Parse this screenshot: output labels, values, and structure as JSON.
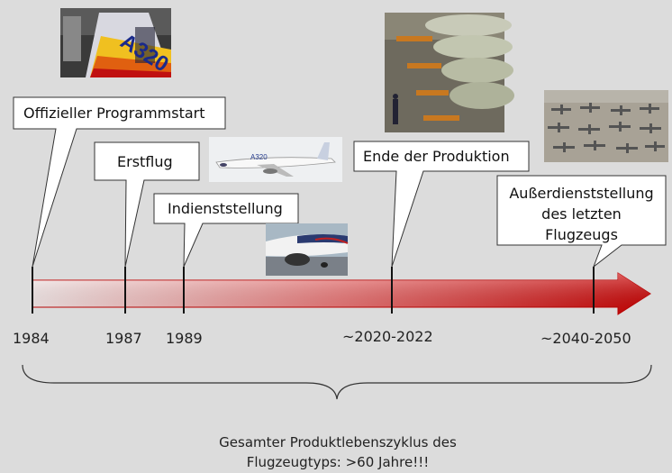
{
  "milestones": [
    {
      "label": "Offizieller Programmstart",
      "year": "1984"
    },
    {
      "label": "Erstflug",
      "year": "1987"
    },
    {
      "label": "Indienststellung",
      "year": "1989"
    },
    {
      "label": "Ende der Produktion",
      "year": "~2020-2022"
    },
    {
      "label_lines": [
        "Außerdienststellung",
        "des letzten",
        "Flugzeugs"
      ],
      "year": "~2040-2050"
    }
  ],
  "summary_lines": [
    "Gesamter Produktlebenszyklus des",
    "Flugzeugtyps: >60 Jahre!!!"
  ],
  "photos": {
    "tail_text": "A320",
    "fuselage_text": "A320"
  },
  "colors": {
    "background": "#dcdcdc",
    "arrow_light": "#fce4e4",
    "arrow_dark": "#d40000",
    "callout_fill": "#ffffff",
    "callout_stroke": "#333333"
  }
}
